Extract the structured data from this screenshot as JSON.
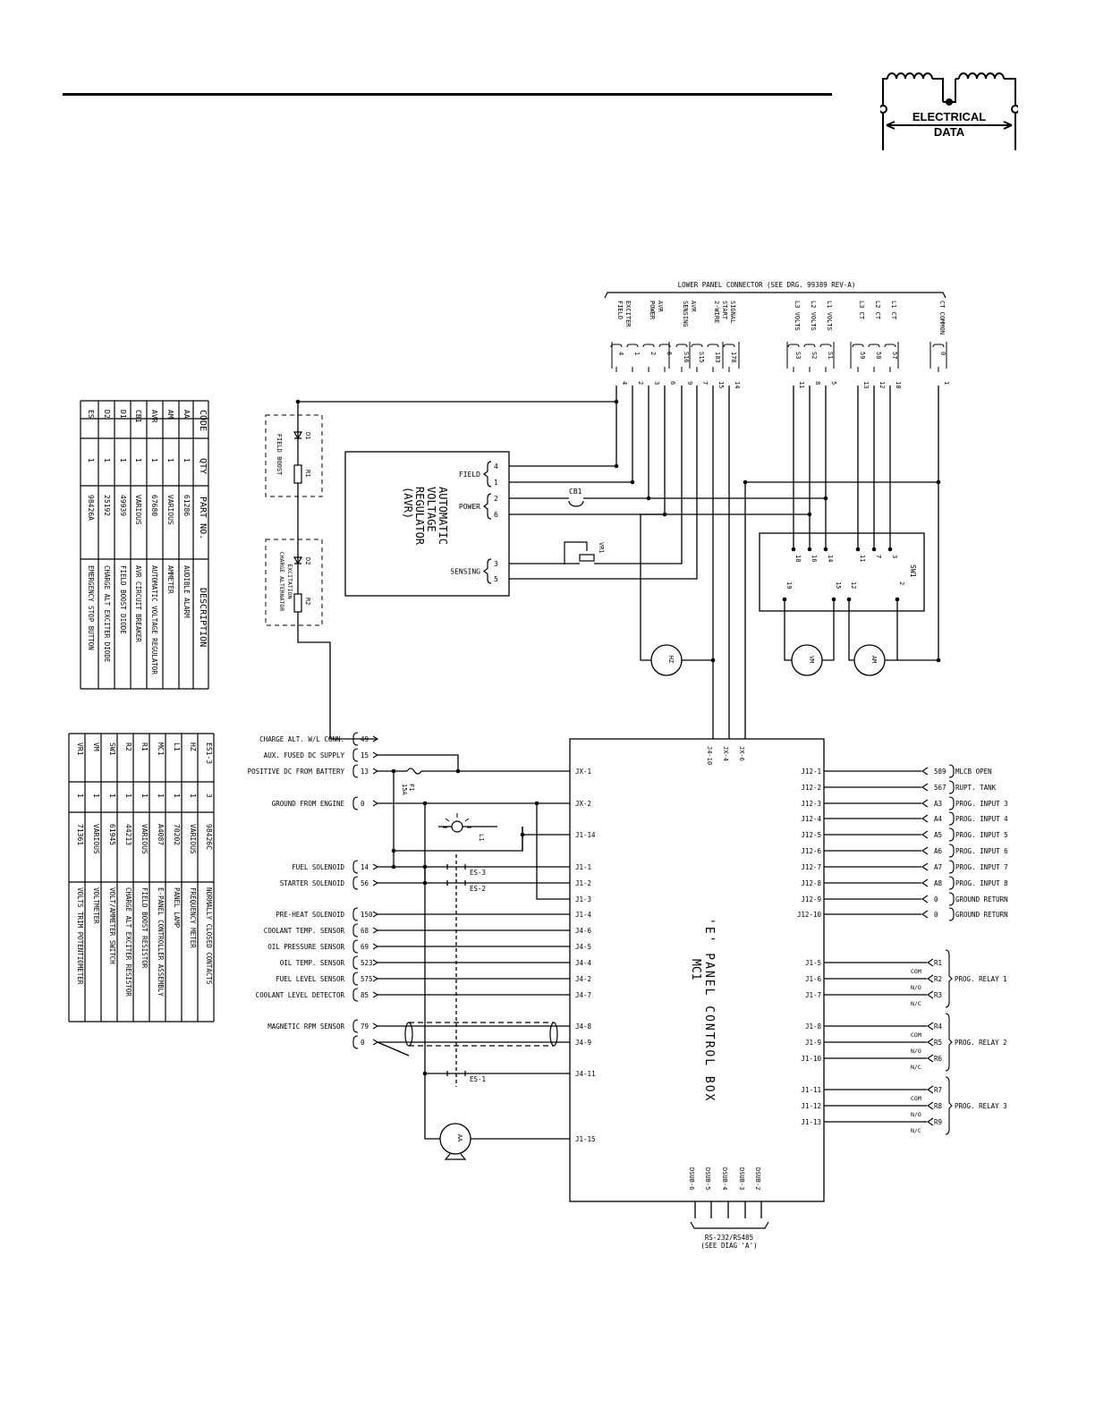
{
  "logo": {
    "line1": "ELECTRICAL",
    "line2": "DATA"
  },
  "lower_panel": {
    "title": "LOWER PANEL CONNECTOR (SEE DRG. 99389 REV-A)",
    "terminals": [
      {
        "label": "EXCITER FIELD",
        "pin": "4",
        "wire": "4"
      },
      {
        "label": "",
        "pin": "1",
        "wire": "2"
      },
      {
        "label": "AVR POWER",
        "pin": "2",
        "wire": "3"
      },
      {
        "label": "",
        "pin": "6",
        "wire": "6"
      },
      {
        "label": "AVR SENSING",
        "pin": "S16",
        "wire": "9"
      },
      {
        "label": "",
        "pin": "S15",
        "wire": "7"
      },
      {
        "label": "2-WIRE START SIGNAL",
        "pin": "183",
        "wire": "15"
      },
      {
        "label": "",
        "pin": "178",
        "wire": "14"
      },
      {
        "label": "L3 VOLTS",
        "pin": "S3",
        "wire": "11"
      },
      {
        "label": "L2 VOLTS",
        "pin": "S2",
        "wire": "8"
      },
      {
        "label": "L1 VOLTS",
        "pin": "S1",
        "wire": "5"
      },
      {
        "label": "L3 CT",
        "pin": "59",
        "wire": "13"
      },
      {
        "label": "L2 CT",
        "pin": "58",
        "wire": "12"
      },
      {
        "label": "L1 CT",
        "pin": "57",
        "wire": "10"
      },
      {
        "label": "CT COMMON",
        "pin": "0",
        "wire": "1"
      }
    ]
  },
  "parts_table_1": {
    "headers": [
      "CODE",
      "QTY",
      "PART NO.",
      "DESCRIPTION"
    ],
    "rows": [
      [
        "AA",
        "1",
        "61286",
        "AUDIBLE ALARM"
      ],
      [
        "AM",
        "1",
        "VARIOUS",
        "AMMETER"
      ],
      [
        "AVR",
        "1",
        "67680",
        "AUTOMATIC VOLTAGE REGULATOR"
      ],
      [
        "CB1",
        "1",
        "VARIOUS",
        "AVR CIRCUIT BREAKER"
      ],
      [
        "D1",
        "1",
        "49939",
        "FIELD BOOST DIODE"
      ],
      [
        "D2",
        "1",
        "25192",
        "CHARGE ALT EXCITER DIODE"
      ],
      [
        "ES",
        "1",
        "98426A",
        "EMERGENCY STOP BUTTON"
      ]
    ]
  },
  "parts_table_2": {
    "rows": [
      [
        "ES1-3",
        "3",
        "98426C",
        "NORMALLY CLOSED CONTACTS"
      ],
      [
        "HZ",
        "1",
        "VARIOUS",
        "FREQUENCY METER"
      ],
      [
        "L1",
        "1",
        "70202",
        "PANEL LAMP"
      ],
      [
        "MC1",
        "1",
        "A4087",
        "E-PANEL CONTROLLER ASSEMBLY"
      ],
      [
        "R1",
        "1",
        "VARIOUS",
        "FIELD BOOST RESISTOR"
      ],
      [
        "R2",
        "1",
        "44213",
        "CHARGE ALT EXCITER RESISTOR"
      ],
      [
        "SW1",
        "1",
        "61945",
        "VOLT/AMMETER SWITCH"
      ],
      [
        "VM",
        "1",
        "VARIOUS",
        "VOLTMETER"
      ],
      [
        "VR1",
        "1",
        "71361",
        "VOLTS TRIM POTENTIOMETER"
      ]
    ]
  },
  "avr": {
    "title": [
      "AUTOMATIC",
      "VOLTAGE",
      "REGULATOR",
      "(AVR)"
    ],
    "groups": [
      {
        "label": "FIELD",
        "pins": [
          "4",
          "1"
        ]
      },
      {
        "label": "POWER",
        "pins": [
          "2",
          "6"
        ]
      },
      {
        "label": "SENSING",
        "pins": [
          "3",
          "5"
        ]
      }
    ]
  },
  "field_boost": {
    "label": "FIELD BOOST",
    "diode": "D1",
    "resistor": "R1"
  },
  "charge_alt": {
    "label": "CHARGE ALTERNATOR EXCITATION",
    "diode": "D2",
    "resistor": "R2"
  },
  "cb1": "CB1",
  "vr1": "VR1",
  "sw1": {
    "name": "SW1",
    "top_pins": [
      "18",
      "16",
      "14",
      "11",
      "7",
      "3"
    ],
    "bottom_pins": [
      "19",
      "15",
      "12",
      "2"
    ]
  },
  "meters": {
    "hz": "HZ",
    "vm": "VM",
    "am": "AM",
    "aa": "AA"
  },
  "fuse": {
    "name": "F1",
    "rating": "15A"
  },
  "lamp": "L1",
  "estop": {
    "es3": "ES-3",
    "es2": "ES-2",
    "es1": "ES-1"
  },
  "control_box": {
    "title": "'E' PANEL CONTROL BOX",
    "subtitle": "MC1",
    "top_pins": [
      "J4-10",
      "JX-4",
      "JX-6"
    ],
    "bottom_pins": [
      "DSUB-6",
      "DSUB-5",
      "DSUB-4",
      "DSUB-3",
      "DSUB-2"
    ],
    "rs232_label_1": "RS-232/RS485",
    "rs232_label_2": "(SEE DIAG 'A')"
  },
  "left_inputs": [
    {
      "label": "CHARGE ALT. W/L CONN.",
      "wire": "49",
      "pin": ""
    },
    {
      "label": "AUX. FUSED DC SUPPLY",
      "wire": "15",
      "pin": ""
    },
    {
      "label": "POSITIVE DC FROM BATTERY",
      "wire": "13",
      "pin": "JX-1"
    },
    {
      "label": "GROUND FROM ENGINE",
      "wire": "0",
      "pin": "JX-2"
    },
    {
      "label": "",
      "wire": "",
      "pin": "J1-14"
    },
    {
      "label": "FUEL SOLENOID",
      "wire": "14",
      "pin": "J1-1"
    },
    {
      "label": "STARTER SOLENOID",
      "wire": "56",
      "pin": "J1-2"
    },
    {
      "label": "",
      "wire": "",
      "pin": "J1-3"
    },
    {
      "label": "PRE-HEAT SOLENOID",
      "wire": "150",
      "pin": "J1-4"
    },
    {
      "label": "COOLANT TEMP. SENSOR",
      "wire": "68",
      "pin": "J4-6"
    },
    {
      "label": "OIL PRESSURE SENSOR",
      "wire": "69",
      "pin": "J4-5"
    },
    {
      "label": "OIL TEMP. SENSOR",
      "wire": "523",
      "pin": "J4-4"
    },
    {
      "label": "FUEL LEVEL SENSOR",
      "wire": "575",
      "pin": "J4-2"
    },
    {
      "label": "COOLANT LEVEL DETECTOR",
      "wire": "85",
      "pin": "J4-7"
    },
    {
      "label": "MAGNETIC RPM SENSOR",
      "wire": "79",
      "pin": "J4-8"
    },
    {
      "label": "",
      "wire": "0",
      "pin": "J4-9"
    },
    {
      "label": "",
      "wire": "",
      "pin": "J4-11"
    },
    {
      "label": "",
      "wire": "",
      "pin": "J1-15"
    }
  ],
  "right_outputs": [
    {
      "pin": "J12-1",
      "wire": "589",
      "label": "MLCB OPEN"
    },
    {
      "pin": "J12-2",
      "wire": "567",
      "label": "RUPT. TANK"
    },
    {
      "pin": "J12-3",
      "wire": "A3",
      "label": "PROG. INPUT 3"
    },
    {
      "pin": "J12-4",
      "wire": "A4",
      "label": "PROG. INPUT 4"
    },
    {
      "pin": "J12-5",
      "wire": "A5",
      "label": "PROG. INPUT 5"
    },
    {
      "pin": "J12-6",
      "wire": "A6",
      "label": "PROG. INPUT 6"
    },
    {
      "pin": "J12-7",
      "wire": "A7",
      "label": "PROG. INPUT 7"
    },
    {
      "pin": "J12-8",
      "wire": "A8",
      "label": "PROG. INPUT 8"
    },
    {
      "pin": "J12-9",
      "wire": "0",
      "label": "GROUND RETURN"
    },
    {
      "pin": "J12-10",
      "wire": "0",
      "label": "GROUND RETURN"
    }
  ],
  "relays": [
    {
      "label": "PROG. RELAY 1",
      "contacts": [
        {
          "pin": "J1-5",
          "wire": "R1",
          "type": "COM"
        },
        {
          "pin": "J1-6",
          "wire": "R2",
          "type": "N/O"
        },
        {
          "pin": "J1-7",
          "wire": "R3",
          "type": "N/C"
        }
      ]
    },
    {
      "label": "PROG. RELAY 2",
      "contacts": [
        {
          "pin": "J1-8",
          "wire": "R4",
          "type": "COM"
        },
        {
          "pin": "J1-9",
          "wire": "R5",
          "type": "N/O"
        },
        {
          "pin": "J1-10",
          "wire": "R6",
          "type": "N/C"
        }
      ]
    },
    {
      "label": "PROG. RELAY 3",
      "contacts": [
        {
          "pin": "J1-11",
          "wire": "R7",
          "type": "COM"
        },
        {
          "pin": "J1-12",
          "wire": "R8",
          "type": "N/O"
        },
        {
          "pin": "J1-13",
          "wire": "R9",
          "type": "N/C"
        }
      ]
    }
  ]
}
